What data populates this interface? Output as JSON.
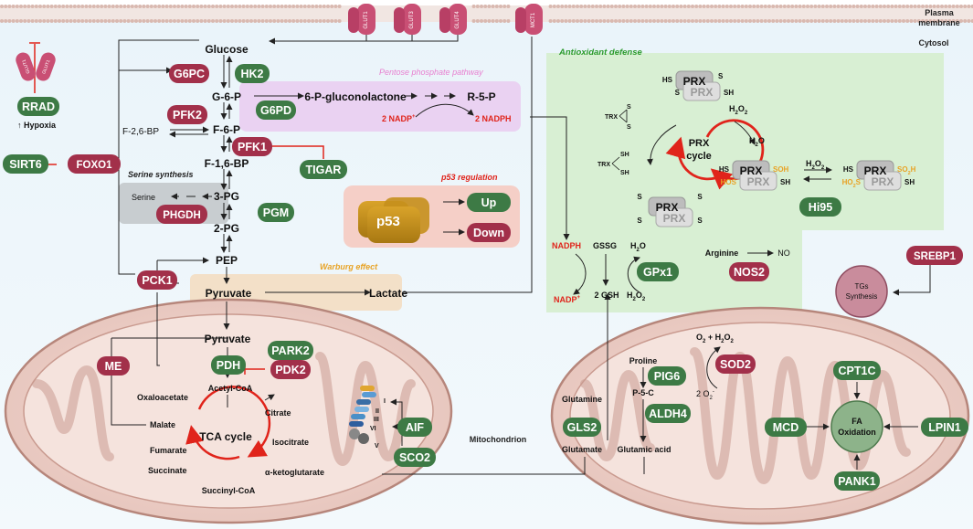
{
  "labels": {
    "plasma_membrane": [
      "Plasma",
      "membrane"
    ],
    "cytosol": "Cytosol",
    "mitochondrion": "Mitochondrion",
    "hypoxia": "Hypoxia",
    "tca_cycle": "TCA cycle",
    "prx_cycle": [
      "PRX",
      "cycle"
    ],
    "fa_oxidation": [
      "FA",
      "Oxidation"
    ],
    "tgs_synthesis": [
      "TGs",
      "Synthesis"
    ]
  },
  "transporters": {
    "glut1": "GLUT1",
    "glut3": "GLUT3",
    "glut4": "GLUT4",
    "mct1": "MCT1",
    "glut1_inhibited_a": "GLUT1",
    "glut1_inhibited_b": "GLUT1"
  },
  "sections": {
    "ppp": "Pentose phosphate pathway",
    "serine": "Serine synthesis",
    "p53": "p53 regulation",
    "warburg": "Warburg effect",
    "antioxidant": "Antioxidant defense"
  },
  "metabolites": {
    "glucose": "Glucose",
    "g6p": "G-6-P",
    "f6p": "F-6-P",
    "f16bp": "F-1,6-BP",
    "f26bp": "F-2,6-BP",
    "pg3": "3-PG",
    "pg2": "2-PG",
    "pep": "PEP",
    "pyruvate": "Pyruvate",
    "lactate": "Lactate",
    "serine": "Serine",
    "gluconolactone": "6-P-gluconolactone",
    "r5p": "R-5-P",
    "nadp_ppp": "2 NADP",
    "nadph_ppp": "2 NADPH",
    "mito_pyruvate": "Pyruvate",
    "acetyl_coa": "Acetyl-CoA",
    "citrate": "Citrate",
    "isocitrate": "Isocitrate",
    "akg": "α-ketoglutarate",
    "succinyl_coa": "Succinyl-CoA",
    "succinate": "Succinate",
    "fumarate": "Fumarate",
    "malate": "Malate",
    "oxaloacetate": "Oxaloacetate",
    "glutamine": "Glutamine",
    "glutamate": "Glutamate",
    "proline": "Proline",
    "p5c": "P-5-C",
    "glutamic_acid": "Glutamic acid",
    "o2_h2o2": "O",
    "superoxide": "2 O",
    "nadph_ao": "NADPH",
    "nadp_ao": "NADP",
    "gssg": "GSSG",
    "gsh": "2 GSH",
    "h2o_gpx": "H",
    "h2o2_gpx": "H",
    "arginine": "Arginine",
    "no": "NO",
    "trx_ox": "TRX",
    "trx_red": "TRX",
    "h2o2_prx1": "H",
    "h2o_prx": "H",
    "h2o2_prx2": "H"
  },
  "complexes": [
    "I",
    "II",
    "III",
    "VI",
    "V"
  ],
  "up_regulators": {
    "hk2": "HK2",
    "g6pd": "G6PD",
    "tigar": "TIGAR",
    "rrad": "RRAD",
    "sirt6": "SIRT6",
    "up": "Up",
    "gpx1": "GPx1",
    "hi95": "Hi95",
    "pgm": "PGM",
    "park2": "PARK2",
    "pdh": "PDH",
    "aif": "AIF",
    "sco2": "SCO2",
    "gls2": "GLS2",
    "pig6": "PIG6",
    "aldh4": "ALDH4",
    "cpt1c": "CPT1C",
    "mcd": "MCD",
    "lpin1": "LPIN1",
    "pank1": "PANK1"
  },
  "down_regulators": {
    "g6pc": "G6PC",
    "pfk2": "PFK2",
    "pfk1": "PFK1",
    "foxo1": "FOXO1",
    "phgdh": "PHGDH",
    "pck1": "PCK1",
    "down": "Down",
    "nos2": "NOS2",
    "srebp1": "SREBP1",
    "me": "ME",
    "pdk2": "PDK2",
    "sod2": "SOD2"
  },
  "protein": {
    "p53": "p53",
    "prx": "PRX",
    "hs": "HS",
    "sh": "SH",
    "s": "S",
    "soh": "SOH",
    "hos": "HOS",
    "so2h": "SO",
    "ho2s": "HO"
  },
  "colors": {
    "up": "#3d7a45",
    "down": "#a2304a",
    "tca_arrow": "#e0241b",
    "red_text": "#e0241b",
    "ppp_text": "#e87fd0",
    "warburg_text": "#e8a326",
    "antioxidant_text": "#2a9a2a",
    "p53_text": "#e0241b"
  }
}
